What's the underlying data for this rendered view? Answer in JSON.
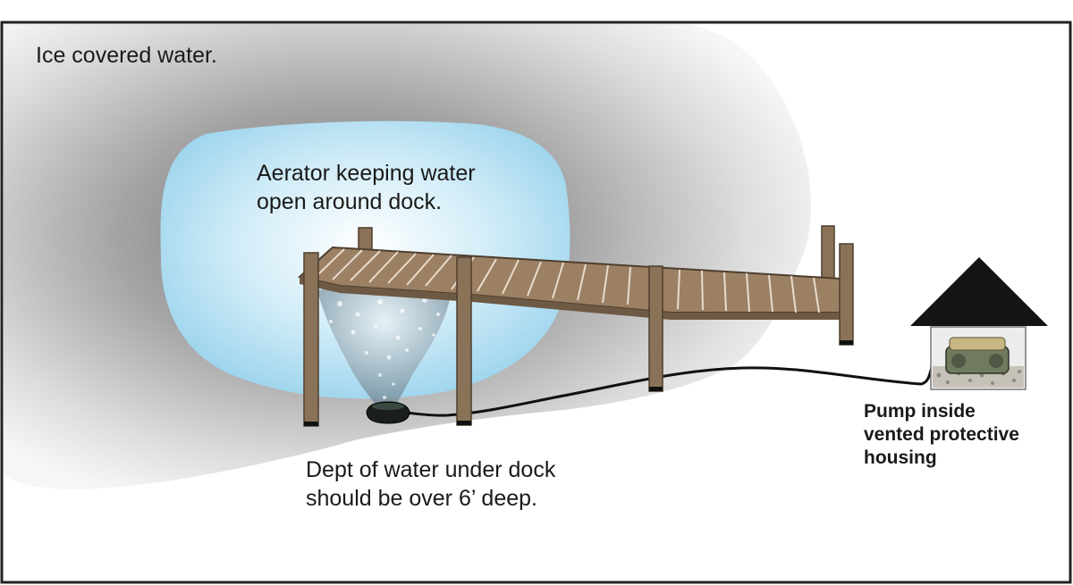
{
  "labels": {
    "ice": "Ice covered water.",
    "aerator": [
      "Aerator keeping water",
      "open around dock."
    ],
    "depth": [
      "Dept of water under dock",
      "should be over 6’ deep."
    ],
    "pump": [
      "Pump inside",
      "vented protective",
      "housing"
    ]
  },
  "colors": {
    "ice_shade": "#8f8f8f",
    "open_water": "#a8daf0",
    "dock_wood": "#8a7258",
    "dock_dark": "#4e3e2e",
    "housing_roof": "#141414",
    "frame_border": "#222222"
  }
}
